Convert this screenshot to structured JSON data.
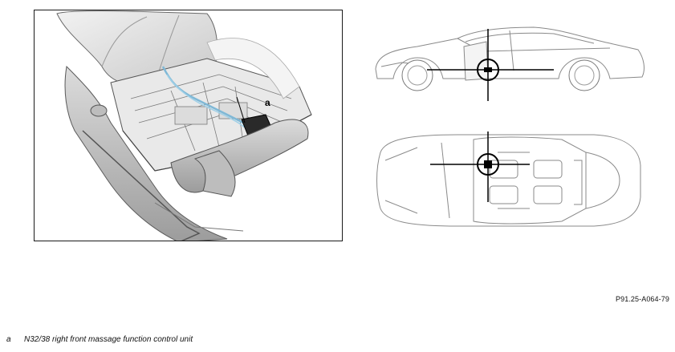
{
  "figure": {
    "callout_letter": "a",
    "reference_code": "P91.25-A064-79"
  },
  "legend": [
    {
      "key": "a",
      "text": "N32/38 right front massage function control unit"
    }
  ],
  "colors": {
    "line": "#5a5a5a",
    "fill_light": "#ececec",
    "fill_mid": "#cfcfcf",
    "fill_dark": "#8a8a8a",
    "cable": "#7fb8d6",
    "marker": "#000000"
  }
}
